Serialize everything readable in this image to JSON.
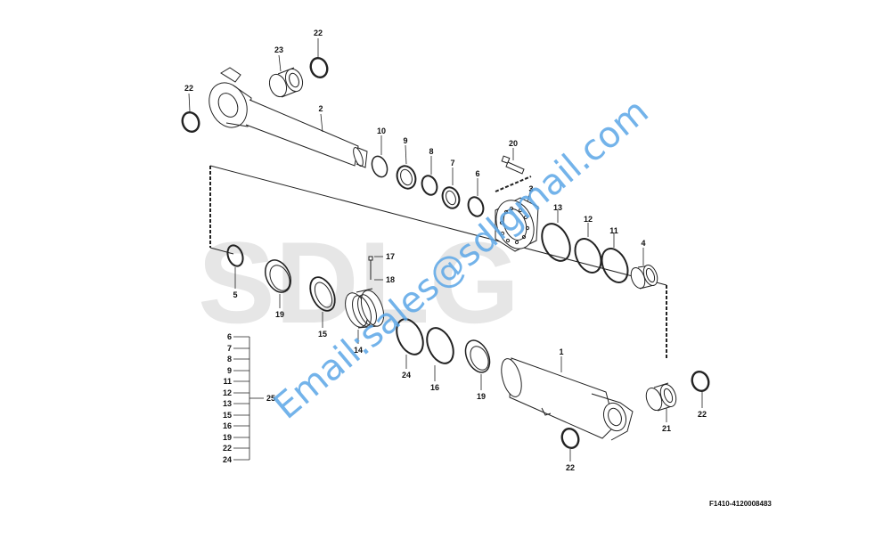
{
  "watermark": {
    "background_text": "SDLG",
    "email": "Email:sales@sdlgmail.com"
  },
  "drawing_code": "F1410-4120008483",
  "kit_label": "25",
  "kit_list": [
    "6",
    "7",
    "8",
    "9",
    "11",
    "12",
    "13",
    "15",
    "16",
    "19",
    "22",
    "24"
  ],
  "callouts": {
    "c22a": "22",
    "c22b": "22",
    "c23": "23",
    "c2": "2",
    "c10": "10",
    "c9": "9",
    "c8": "8",
    "c7": "7",
    "c6": "6",
    "c20": "20",
    "c3": "3",
    "c13": "13",
    "c12": "12",
    "c11": "11",
    "c4": "4",
    "c5": "5",
    "c19a": "19",
    "c15": "15",
    "c17": "17",
    "c18": "18",
    "c14": "14",
    "c24": "24",
    "c16": "16",
    "c19b": "19",
    "c1": "1",
    "c22c": "22",
    "c21": "21",
    "c22d": "22"
  },
  "colors": {
    "line": "#222222",
    "watermark": "#5aa6e6",
    "background_letters": "#e6e6e6"
  }
}
